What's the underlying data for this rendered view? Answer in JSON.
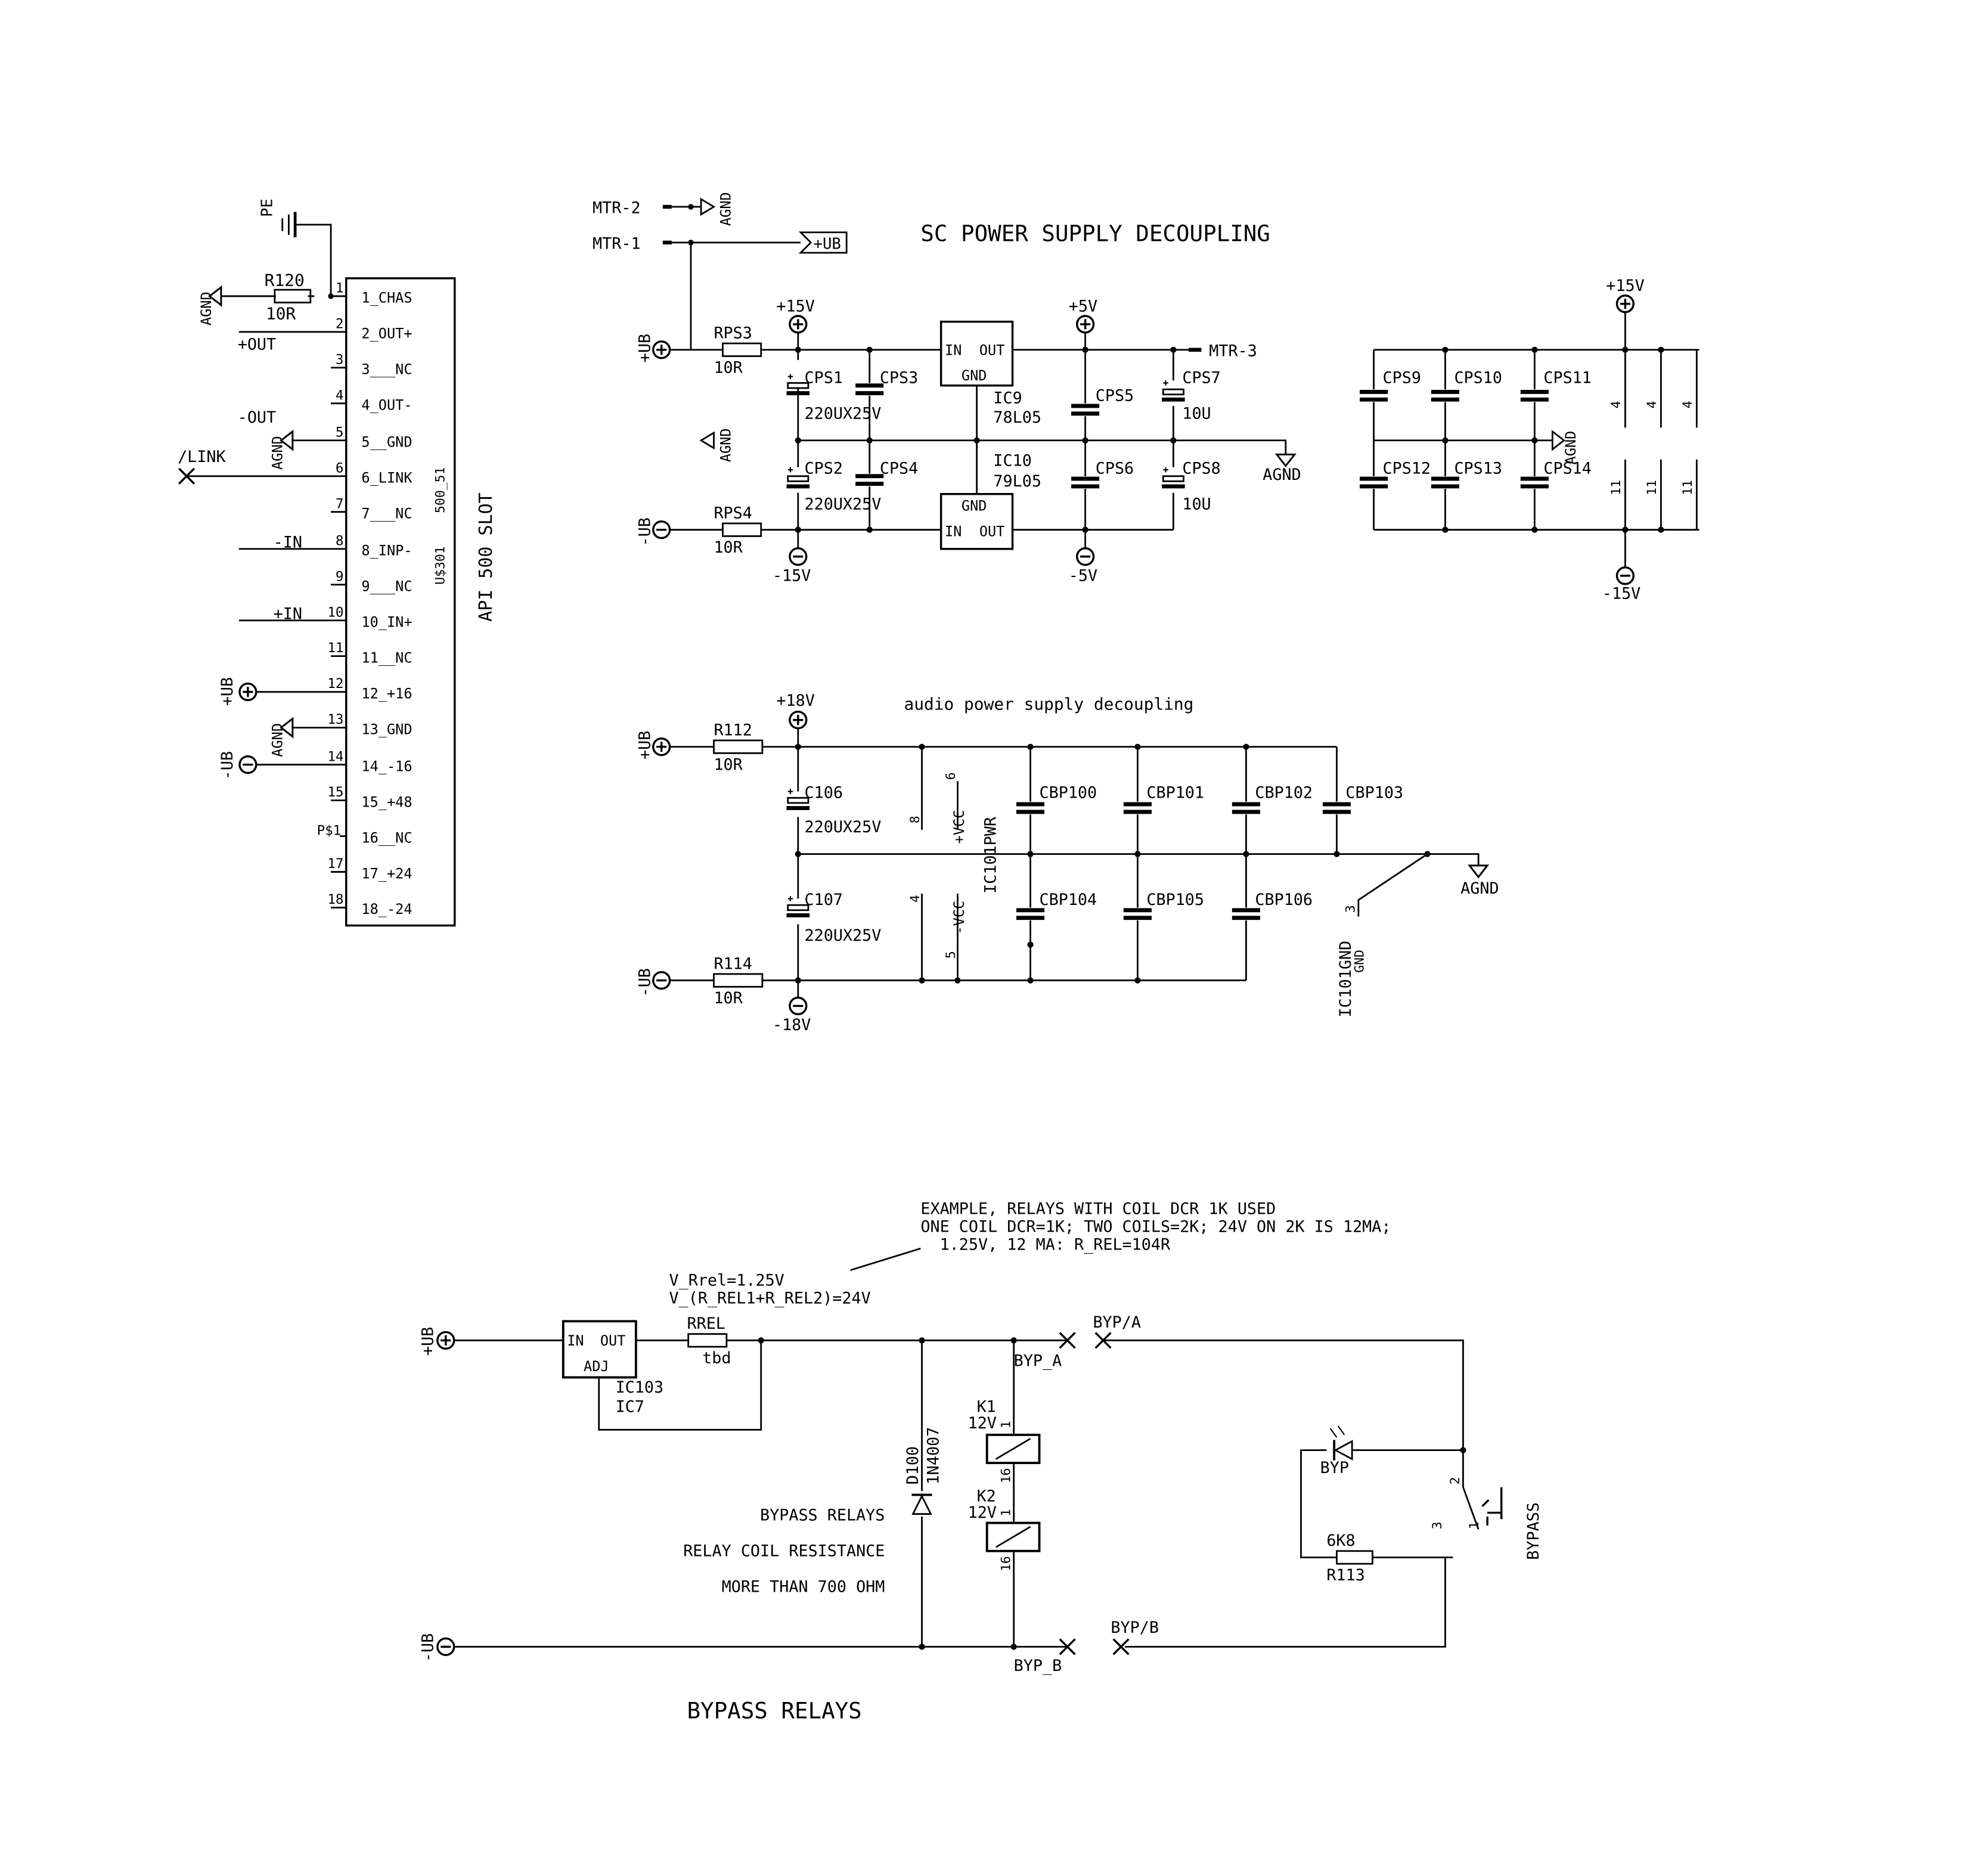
{
  "titles": {
    "sc": "SC POWER SUPPLY DECOUPLING",
    "audio": "audio power supply decoupling",
    "bypass": "BYPASS RELAYS"
  },
  "slot": {
    "name": "API 500 SLOT",
    "part": "500_51",
    "value": "U$301",
    "pins": [
      {
        "num": "1",
        "label": "1_CHAS"
      },
      {
        "num": "2",
        "label": "2_OUT+"
      },
      {
        "num": "3",
        "label": "3___NC"
      },
      {
        "num": "4",
        "label": "4_OUT-"
      },
      {
        "num": "5",
        "label": "5__GND"
      },
      {
        "num": "6",
        "label": "6_LINK"
      },
      {
        "num": "7",
        "label": "7___NC"
      },
      {
        "num": "8",
        "label": "8_INP-"
      },
      {
        "num": "9",
        "label": "9___NC"
      },
      {
        "num": "10",
        "label": "10_IN+"
      },
      {
        "num": "11",
        "label": "11__NC"
      },
      {
        "num": "12",
        "label": "12_+16"
      },
      {
        "num": "13",
        "label": "13_GND"
      },
      {
        "num": "14",
        "label": "14_-16"
      },
      {
        "num": "15",
        "label": "15_+48"
      },
      {
        "num": "16",
        "label": "16__NC"
      },
      {
        "num": "17",
        "label": "17_+24"
      },
      {
        "num": "18",
        "label": "18_-24"
      }
    ],
    "pin16_alias": "P$1",
    "nets": {
      "pe": "PE",
      "r120": "R120",
      "r120_val": "10R",
      "out_p": "+OUT",
      "out_n": "-OUT",
      "link": "/LINK",
      "in_n": "-IN",
      "in_p": "+IN",
      "ub_p": "+UB",
      "ub_n": "-UB"
    }
  },
  "sc": {
    "mtr1": "MTR-1",
    "mtr2": "MTR-2",
    "mtr3": "MTR-3",
    "ub_flag": "+UB",
    "ub_p": "+UB",
    "ub_n": "-UB",
    "rps3": "RPS3",
    "rps4": "RPS4",
    "r_val": "10R",
    "p15": "+15V",
    "m15": "-15V",
    "p5": "+5V",
    "m5": "-5V",
    "cps1": "CPS1",
    "cps2": "CPS2",
    "cps3": "CPS3",
    "cps4": "CPS4",
    "cps5": "CPS5",
    "cps6": "CPS6",
    "cps7": "CPS7",
    "cps8": "CPS8",
    "c_val": "220UX25V",
    "c10": "10U",
    "ic9": "IC9",
    "ic9_val": "78L05",
    "ic10": "IC10",
    "ic10_val": "79L05",
    "pin_in": "IN",
    "pin_out": "OUT",
    "pin_gnd": "GND",
    "agnd": "AGND"
  },
  "bank": {
    "caps": [
      "CPS9",
      "CPS10",
      "CPS11",
      "CPS12",
      "CPS13",
      "CPS14"
    ],
    "p15": "+15V",
    "m15": "-15V",
    "agnd": "AGND",
    "pin_top": "4",
    "pin_bot": "11"
  },
  "audio": {
    "ub_p": "+UB",
    "ub_n": "-UB",
    "r112": "R112",
    "r114": "R114",
    "r_val": "10R",
    "p18": "+18V",
    "m18": "-18V",
    "c106": "C106",
    "c107": "C107",
    "c_val": "220UX25V",
    "cbp": [
      "CBP100",
      "CBP101",
      "CBP102",
      "CBP103",
      "CBP104",
      "CBP105",
      "CBP106"
    ],
    "vcc_p": "+VCC",
    "vcc_n": "-VCC",
    "ic_pwr": "IC101PWR",
    "ic_gnd": "IC101GND",
    "gnd": "GND",
    "pin6": "6",
    "pin8": "8",
    "pin4": "4",
    "pin5": "5",
    "pin3": "3",
    "agnd": "AGND"
  },
  "relay": {
    "note": [
      "EXAMPLE, RELAYS WITH COIL DCR 1K USED",
      "ONE COIL DCR=1K; TWO COILS=2K; 24V ON 2K IS 12MA;",
      "  1.25V, 12 MA: R_REL=104R"
    ],
    "formula": [
      "V_Rrel=1.25V",
      "V_(R_REL1+R_REL2)=24V"
    ],
    "ub_p": "+UB",
    "ub_n": "-UB",
    "ic103": "IC103",
    "ic7": "IC7",
    "pin_in": "IN",
    "pin_out": "OUT",
    "pin_adj": "ADJ",
    "rrel": "RREL",
    "rrel_val": "tbd",
    "d100": "D100",
    "d100_val": "1N4007",
    "k1": "K1",
    "k2": "K2",
    "coil": "12V",
    "pin1": "1",
    "pin16": "16",
    "pin2": "2",
    "pin3": "3",
    "byp_a": "BYP_A",
    "byp_b": "BYP_B",
    "byp_a2": "BYP/A",
    "byp_b2": "BYP/B",
    "byp_led": "BYP",
    "r113": "R113",
    "r113_val": "6K8",
    "sw": "BYPASS",
    "desc": [
      "BYPASS RELAYS",
      "RELAY COIL RESISTANCE",
      "MORE THAN 700 OHM"
    ]
  }
}
